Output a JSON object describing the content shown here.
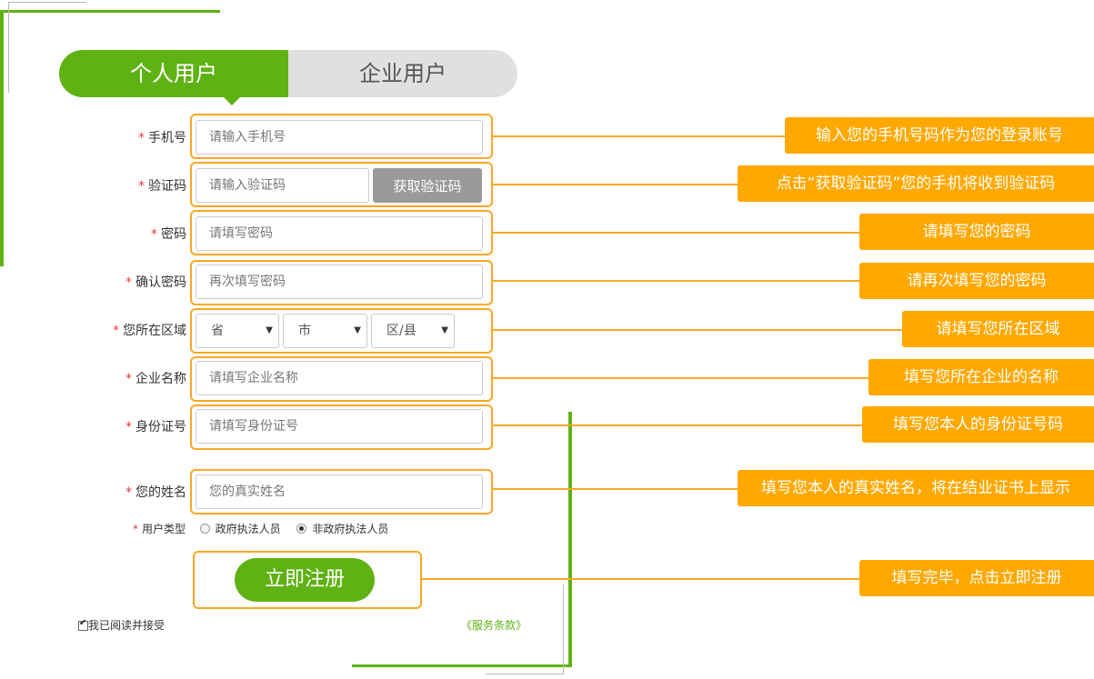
{
  "tabs": {
    "personal": "个人用户",
    "enterprise": "企业用户"
  },
  "required_mark": "*",
  "form": {
    "phone": {
      "label": "手机号",
      "placeholder": "请输入手机号"
    },
    "code": {
      "label": "验证码",
      "placeholder": "请输入验证码",
      "button": "获取验证码"
    },
    "password": {
      "label": "密码",
      "placeholder": "请填写密码"
    },
    "confirm": {
      "label": "确认密码",
      "placeholder": "再次填写密码"
    },
    "region": {
      "label": "您所在区域",
      "province": "省",
      "city": "市",
      "district": "区/县",
      "caret": "▼"
    },
    "company": {
      "label": "企业名称",
      "placeholder": "请填写企业名称"
    },
    "id_card": {
      "label": "身份证号",
      "placeholder": "请填写身份证号"
    },
    "name": {
      "label": "您的姓名",
      "placeholder": "您的真实姓名"
    },
    "user_type": {
      "label": "用户类型",
      "options": [
        "政府执法人员",
        "非政府执法人员"
      ],
      "selected": "非政府执法人员"
    },
    "submit": "立即注册",
    "agree": "我已阅读并接受",
    "agree_checked": true,
    "terms": "《服务条款》"
  },
  "callouts": {
    "phone": "输入您的手机号码作为您的登录账号",
    "code": "点击“获取验证码”您的手机将收到验证码",
    "password": "请填写您的密码",
    "confirm": "请再次填写您的密码",
    "region": "请填写您所在区域",
    "company": "填写您所在企业的名称",
    "id_card": "填写您本人的身份证号码",
    "name": "填写您本人的真实姓名，将在结业证书上显示",
    "submit": "填写完毕，点击立即注册"
  },
  "colors": {
    "accent_green": "#5fb213",
    "highlight_orange": "#f9a825",
    "callout_orange": "#ffa800",
    "required_red": "#e4393c",
    "code_button_gray": "#9a9a9a"
  }
}
